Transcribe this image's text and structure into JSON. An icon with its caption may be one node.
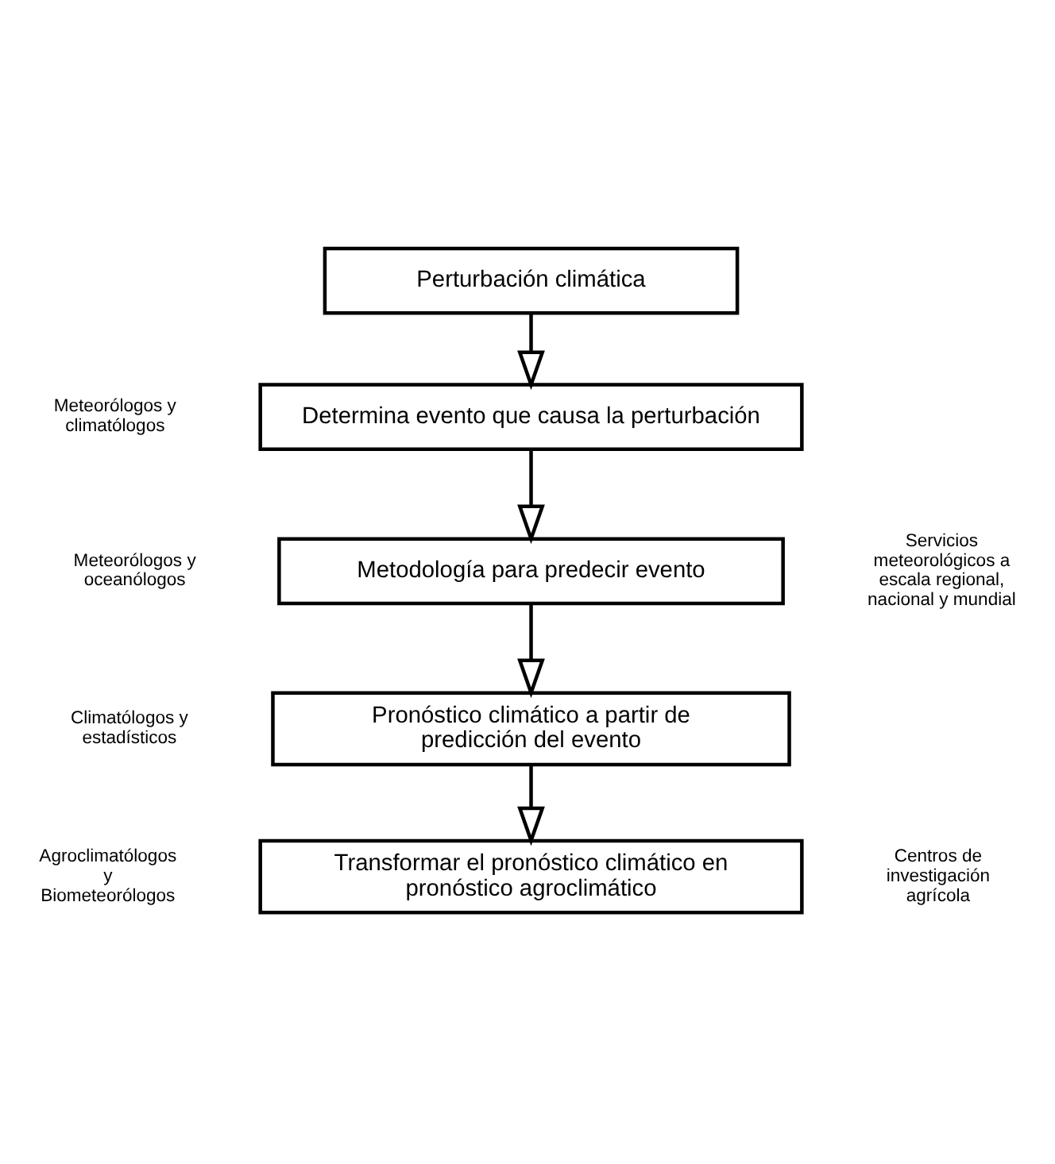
{
  "diagram": {
    "nodes": [
      {
        "text": [
          "Perturbación climática"
        ]
      },
      {
        "text": [
          "Determina evento que causa la perturbación"
        ]
      },
      {
        "text": [
          "Metodología para predecir evento"
        ]
      },
      {
        "text": [
          "Pronóstico climático a partir de predicción del evento"
        ]
      },
      {
        "text": [
          "Transformar el pronóstico climático en pronóstico agroclimático"
        ]
      }
    ],
    "edges": [
      {
        "from": 0,
        "to": 1,
        "arrow": "to"
      },
      {
        "from": 1,
        "to": 2,
        "arrow": "to"
      },
      {
        "from": 2,
        "to": 3,
        "arrow": "to"
      },
      {
        "from": 3,
        "to": 4,
        "arrow": "to"
      }
    ],
    "labels": [
      "Meteorólogos y climatólogos",
      "Servicios meteorológicos a escala regional, nacional y mundial",
      "Meteorólogos y oceanólogos",
      "Climatólogos y estadísticos",
      "Agroclimatólogos y Biometeorólogos",
      "Centros de investigación agrícola"
    ]
  }
}
